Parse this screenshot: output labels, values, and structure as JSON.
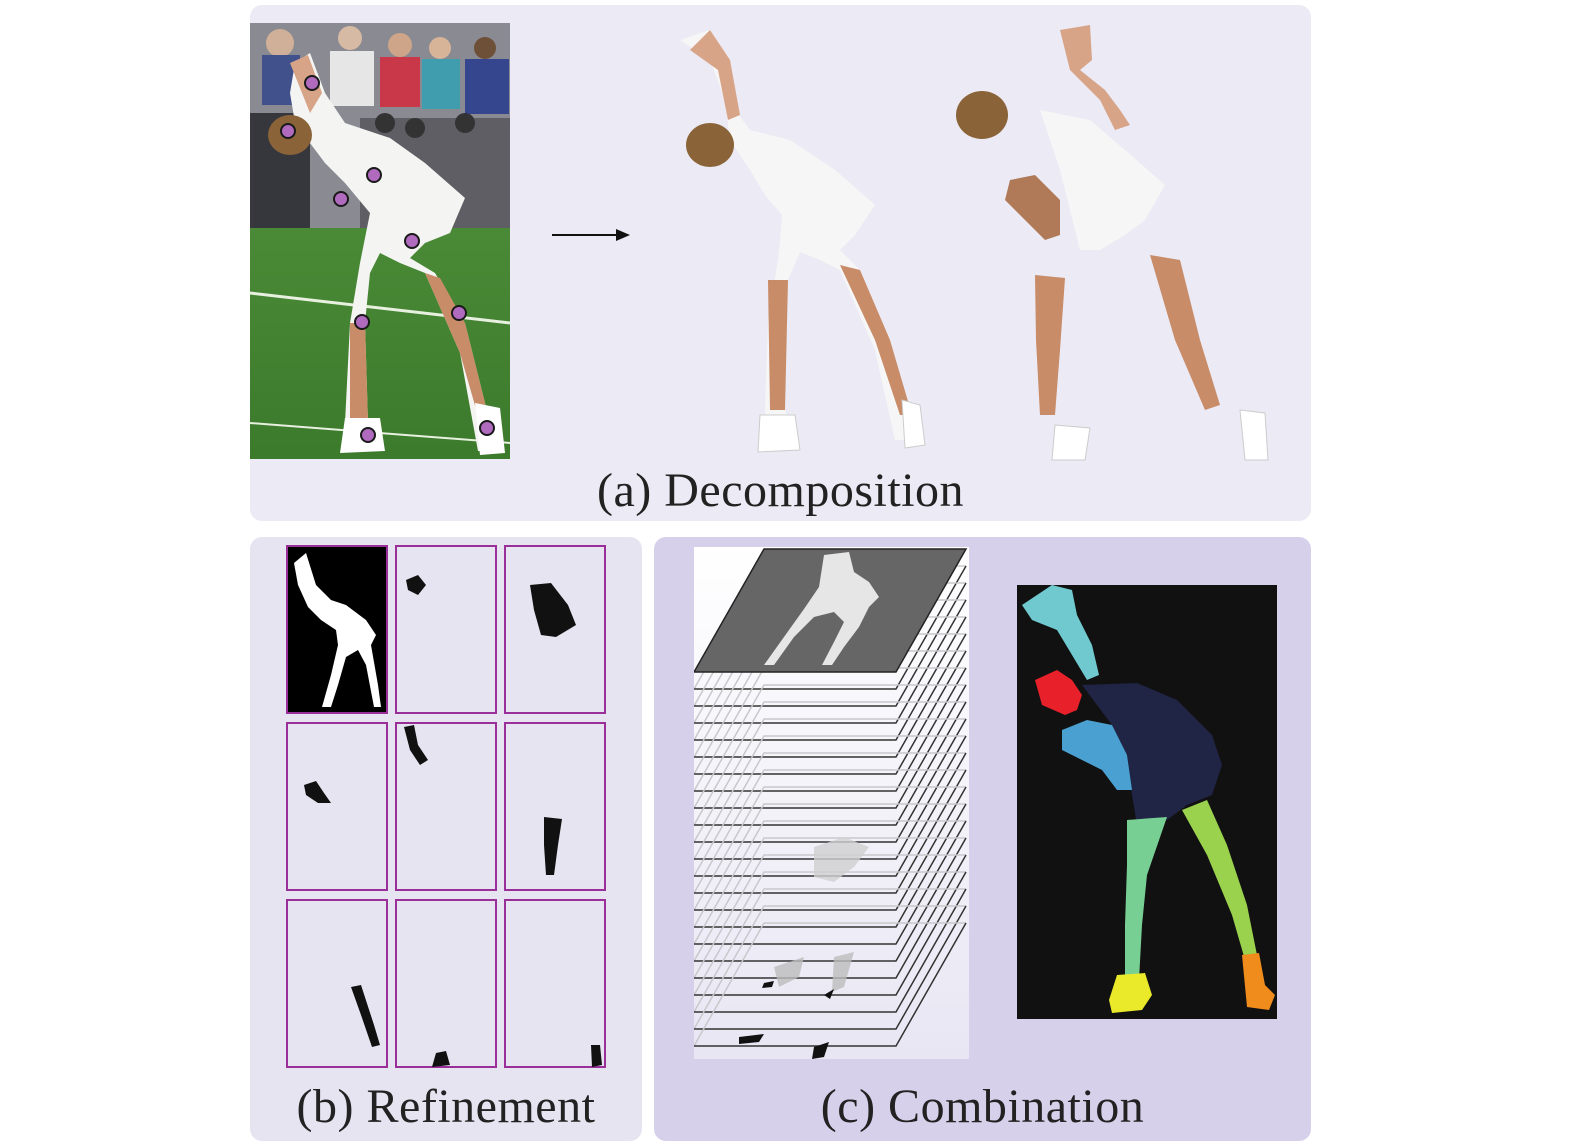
{
  "panels": {
    "decomposition": {
      "caption": "(a) Decomposition"
    },
    "refinement": {
      "caption": "(b) Refinement"
    },
    "combination": {
      "caption": "(c) Combination"
    }
  },
  "colors": {
    "panel_a_bg": "#eceaf4",
    "panel_b_bg": "#e6e4f1",
    "panel_c_bg": "#d6d0ea",
    "keypoint_fill": "#b06bbf",
    "grid_border": "#9a2f9a",
    "part_head": "#e8202a",
    "part_torso": "#202445",
    "part_arm_upper": "#6fc9cf",
    "part_arm_lower": "#4aa0d0",
    "part_leg_left": "#78cf94",
    "part_leg_right": "#9ad24e",
    "part_foot_left": "#eaea2a",
    "part_foot_right": "#f08c1c"
  },
  "icons": {
    "arrow": "right-arrow-icon"
  }
}
